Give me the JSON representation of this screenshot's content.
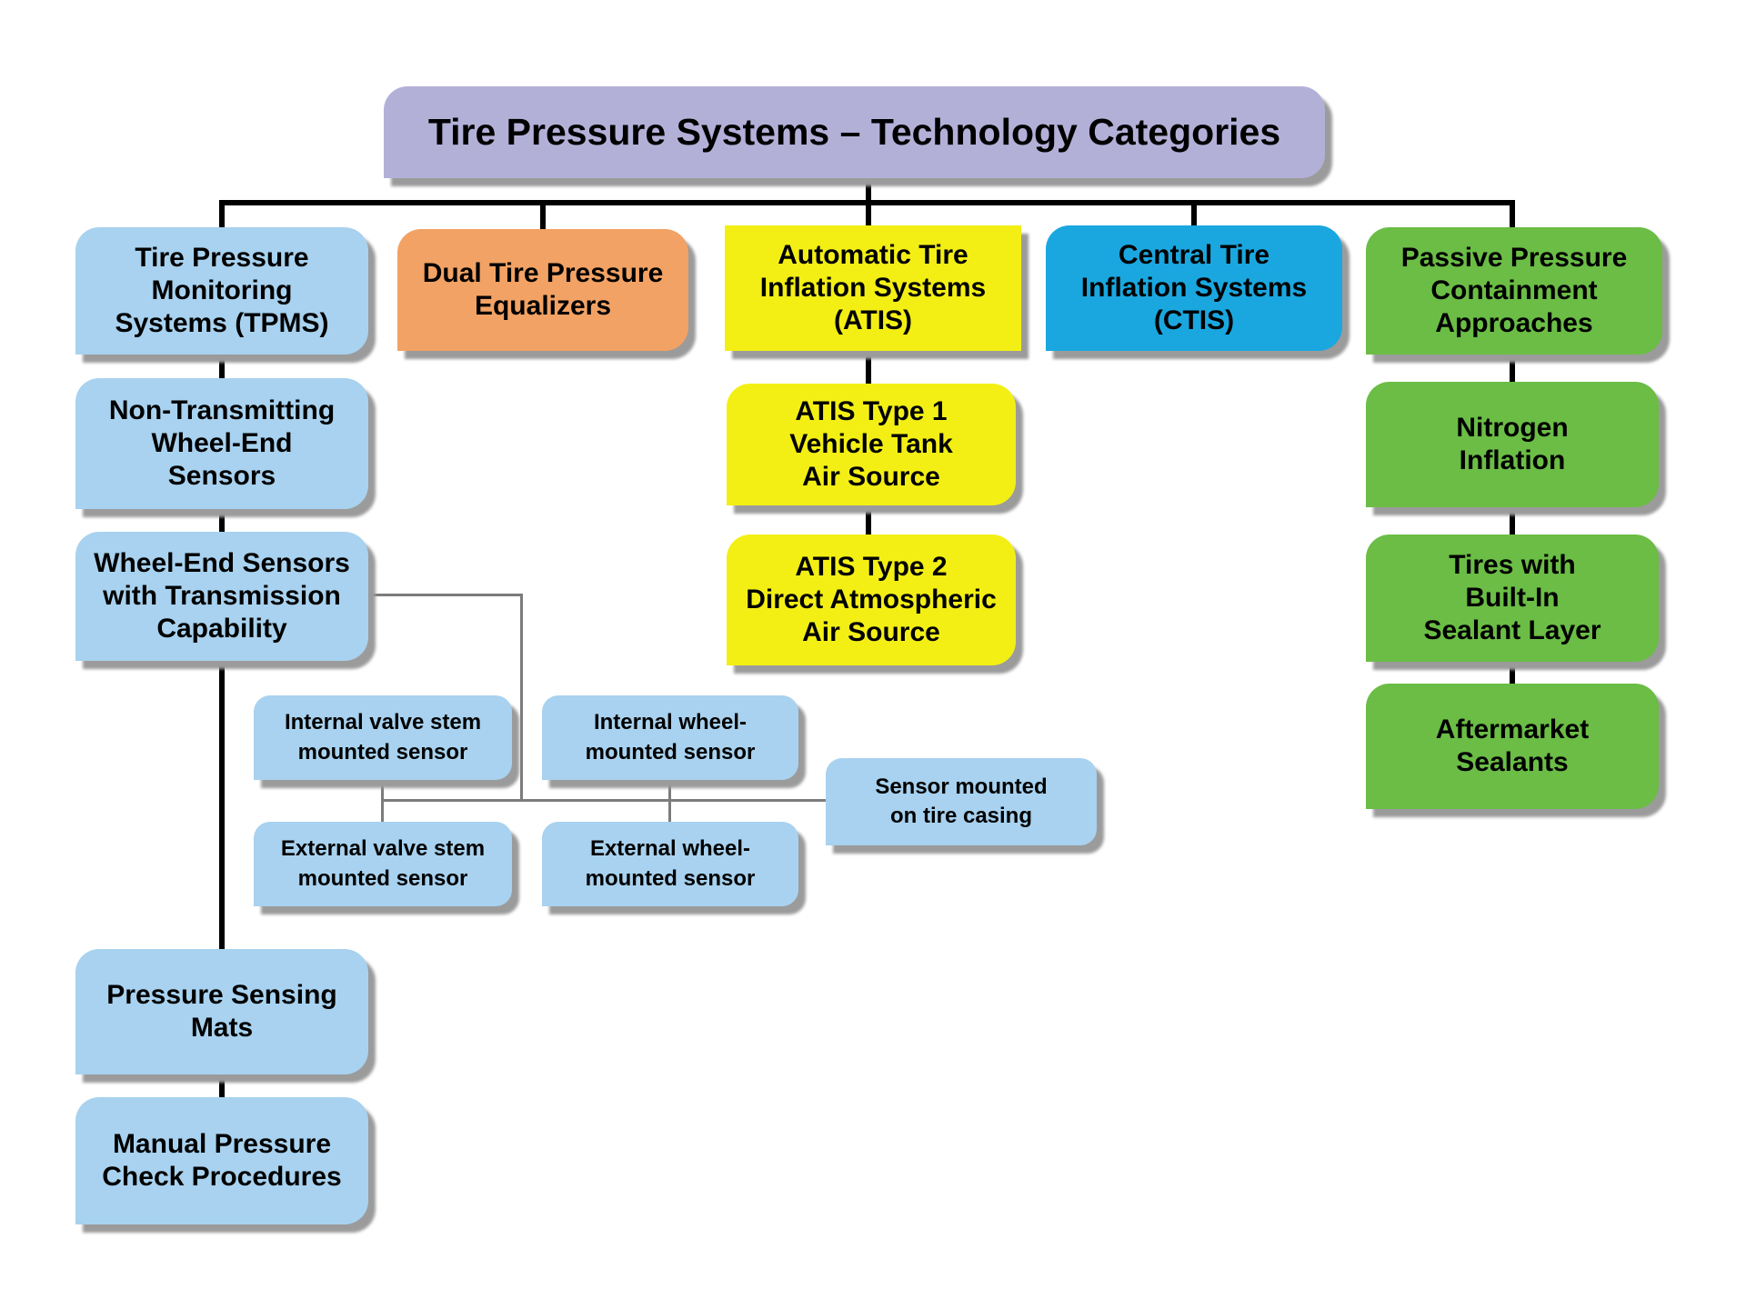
{
  "title": "Tire Pressure Systems – Technology Categories",
  "colors": {
    "lavender": "#B3B0D8",
    "blue": "#A8D2EF",
    "orange": "#F2A264",
    "yellow": "#F3EF15",
    "cyan": "#1AA7E0",
    "green": "#6BBD45",
    "shadow": "#9B9B9B",
    "line_black": "#000000",
    "line_gray": "#7C7C7C",
    "text": "#000000"
  },
  "nodes": {
    "tpms": "Tire Pressure\nMonitoring\nSystems (TPMS)",
    "dual": "Dual Tire Pressure\nEqualizers",
    "atis": "Automatic Tire\nInflation Systems\n(ATIS)",
    "ctis": "Central Tire\nInflation Systems\n(CTIS)",
    "passive": "Passive Pressure\nContainment\nApproaches",
    "non_transmitting": "Non-Transmitting\nWheel-End\nSensors",
    "wheel_end": "Wheel-End Sensors\nwith Transmission\nCapability",
    "internal_valve": "Internal valve stem\nmounted sensor",
    "internal_wheel": "Internal wheel-\nmounted sensor",
    "external_valve": "External valve stem\nmounted sensor",
    "external_wheel": "External wheel-\nmounted sensor",
    "tire_casing": "Sensor mounted\non tire casing",
    "pressure_mats": "Pressure Sensing\nMats",
    "manual_check": "Manual Pressure\nCheck Procedures",
    "atis_type1": "ATIS Type 1\nVehicle Tank\nAir Source",
    "atis_type2": "ATIS Type 2\nDirect Atmospheric\nAir Source",
    "nitrogen": "Nitrogen\nInflation",
    "tires_sealant": "Tires with\nBuilt-In\nSealant Layer",
    "aftermarket": "Aftermarket\nSealants"
  }
}
